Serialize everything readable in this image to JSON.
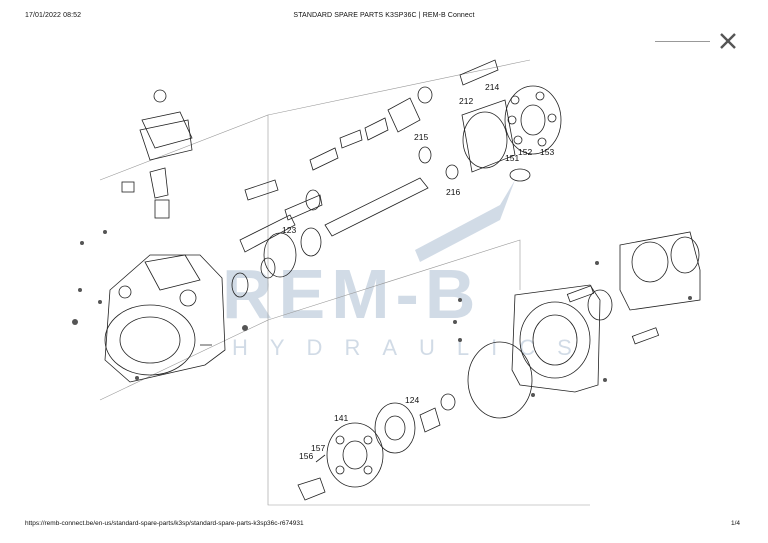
{
  "header": {
    "datetime": "17/01/2022 08:52",
    "title": "STANDARD SPARE PARTS K3SP36C | REM-B Connect"
  },
  "watermark": {
    "brand": "REM-B",
    "sub": "HYDRAULICS"
  },
  "icons": {
    "close": "close-icon"
  },
  "part_labels": [
    "214",
    "212",
    "215",
    "151",
    "152",
    "153",
    "216",
    "123",
    "141",
    "124",
    "157",
    "156"
  ],
  "footer": {
    "url": "https://remb-connect.be/en-us/standard-spare-parts/k3sp/standard-spare-parts-k3sp36c-r674931",
    "page": "1/4"
  }
}
